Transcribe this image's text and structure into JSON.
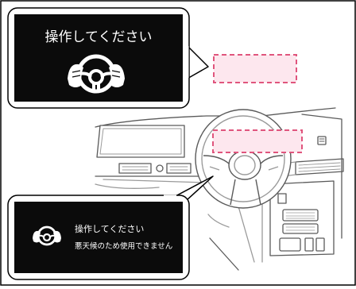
{
  "top_display": {
    "message": "操作してください"
  },
  "bottom_display": {
    "line1": "操作してください",
    "line2": "悪天候のため使用できません"
  },
  "colors": {
    "frame": "#000000",
    "display_bg": "#0b0b0b",
    "display_text": "#ffffff",
    "dashed_highlight": "#e0557d",
    "dash_fill": "#fde7ee",
    "line_art": "#5a5a5a",
    "light_art": "#9a9a9a"
  },
  "icons": [
    "hands-on-wheel-icon",
    "steering-wheel-icon"
  ]
}
